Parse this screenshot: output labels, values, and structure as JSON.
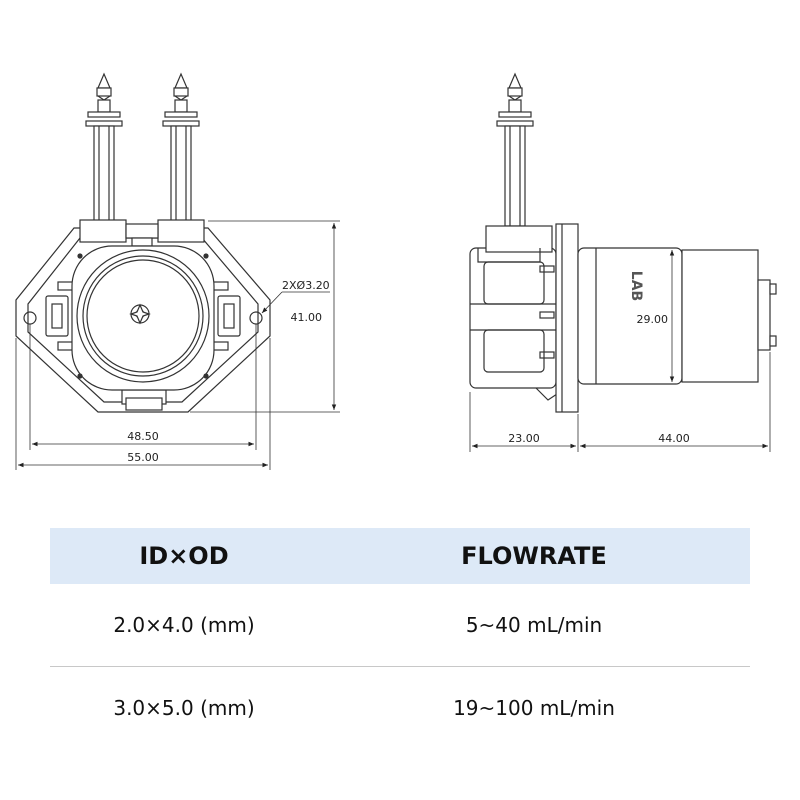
{
  "drawing": {
    "front": {
      "hole_label": "2XØ3.20",
      "height_label": "41.00",
      "hole_span_label": "48.50",
      "width_label": "55.00"
    },
    "side": {
      "brand_text": "LAB",
      "motor_dia_label": "29.00",
      "head_depth_label": "23.00",
      "motor_len_label": "44.00"
    }
  },
  "table": {
    "headers": [
      "ID×OD",
      "FLOWRATE"
    ],
    "rows": [
      [
        "2.0×4.0 (mm)",
        "5~40 mL/min"
      ],
      [
        "3.0×5.0 (mm)",
        "19~100 mL/min"
      ]
    ],
    "header_bg": "#dde9f7"
  }
}
